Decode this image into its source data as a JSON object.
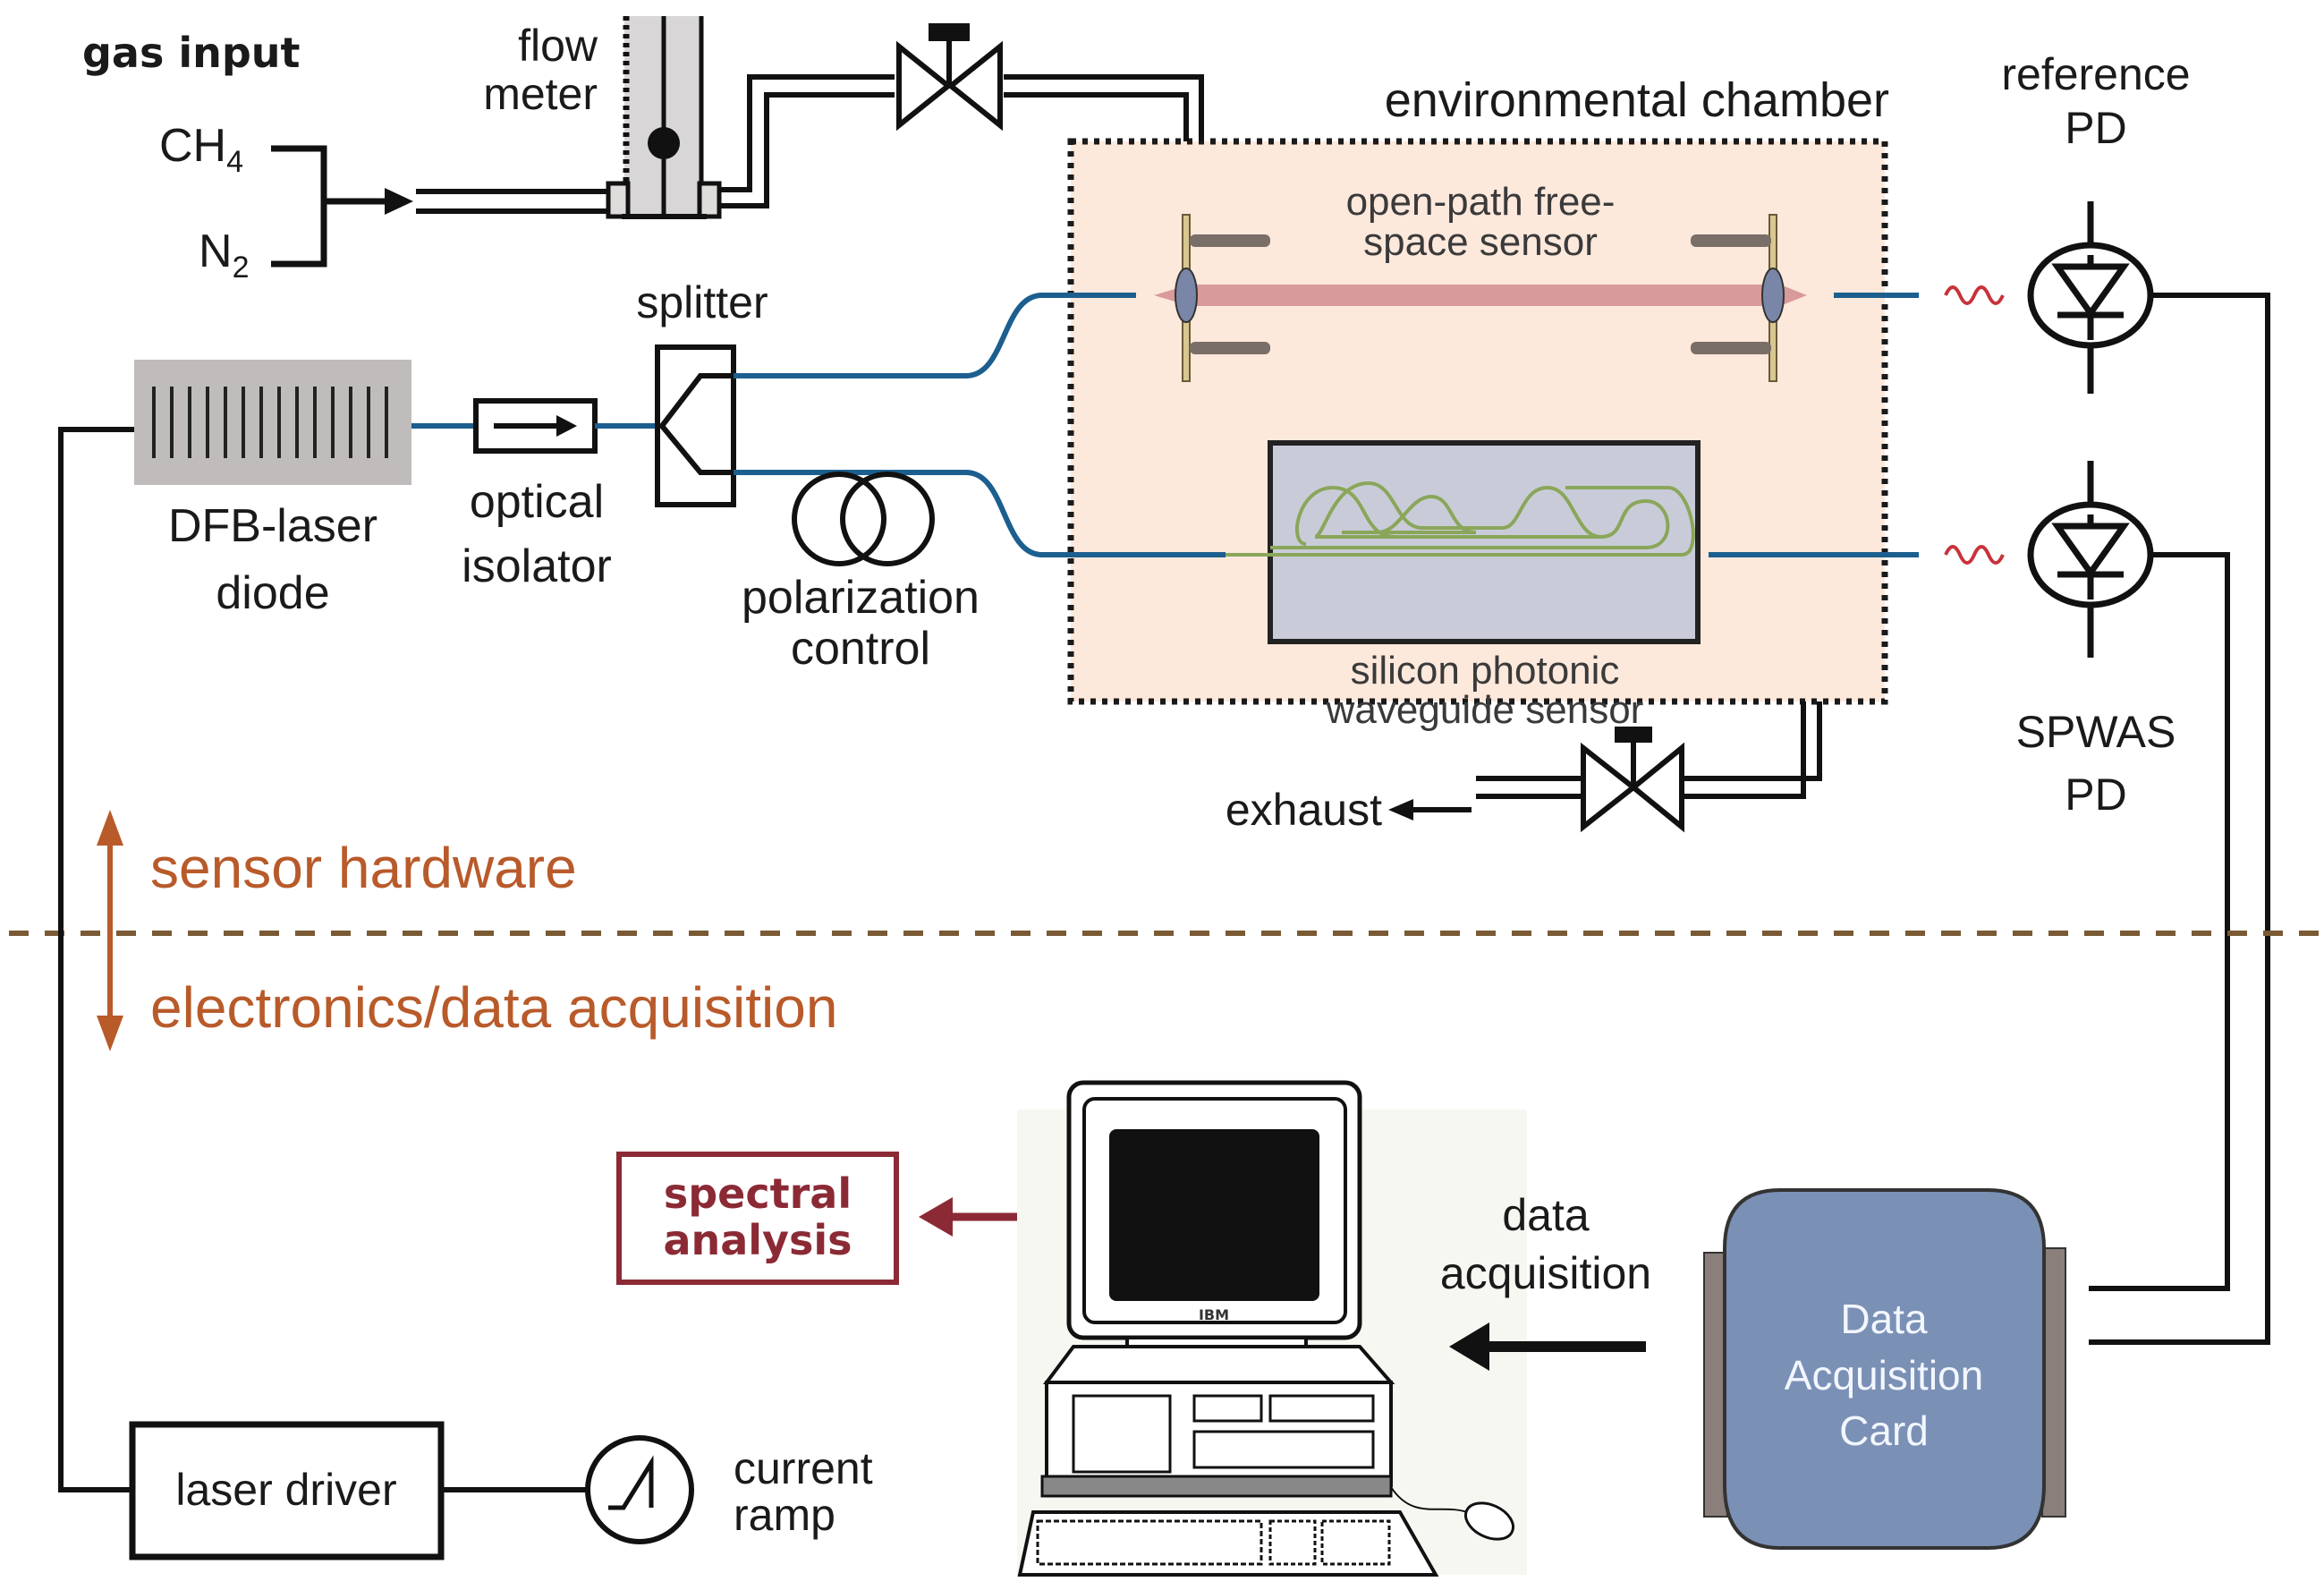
{
  "figure": {
    "title": "Gas sensing experimental setup",
    "colors": {
      "chamber_fill": "#fde8dc",
      "fiber_blue": "#1c5f8f",
      "beam_red": "#d89a9a",
      "waveguide_green": "#8aa65a",
      "chip_fill": "#c9ccd8",
      "divider_orange": "#b85a2a",
      "divider_dash": "#7a5a34",
      "spectral_red": "#8b2a35",
      "daq_blue": "#7b90b5",
      "daq_side": "#8a7f7a",
      "laser_gray": "#c0bcbc"
    }
  },
  "gas": {
    "title": "gas input",
    "ch4_main": "CH",
    "ch4_sub": "4",
    "n2_main": "N",
    "n2_sub": "2",
    "flow_meter_line1": "flow",
    "flow_meter_line2": "meter",
    "exhaust": "exhaust"
  },
  "chamber": {
    "title": "environmental chamber",
    "free_space_line1": "open-path free-",
    "free_space_line2": "space sensor",
    "waveguide_line1": "silicon photonic",
    "waveguide_line2": "waveguide sensor"
  },
  "optics": {
    "splitter": "splitter",
    "laser_line1": "DFB-laser",
    "laser_line2": "diode",
    "isolator_line1": "optical",
    "isolator_line2": "isolator",
    "polarization_line1": "polarization",
    "polarization_line2": "control"
  },
  "detectors": {
    "reference_line1": "reference",
    "reference_line2": "PD",
    "spwas_line1": "SPWAS",
    "spwas_line2": "PD"
  },
  "divider": {
    "upper": "sensor hardware",
    "lower": "electronics/data acquisition"
  },
  "electronics": {
    "spectral_line1": "spectral",
    "spectral_line2": "analysis",
    "data_acq_line1": "data",
    "data_acq_line2": "acquisition",
    "daq_line1": "Data",
    "daq_line2": "Acquisition",
    "daq_line3": "Card",
    "laser_driver": "laser driver",
    "current_line1": "current",
    "current_line2": "ramp",
    "computer_brand": "IBM"
  }
}
